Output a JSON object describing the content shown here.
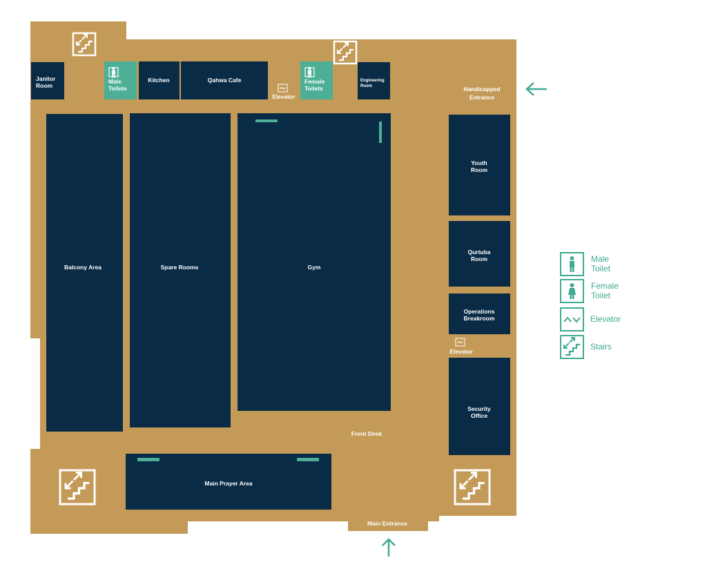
{
  "colors": {
    "floor": "#c49a58",
    "room": "#0a2b45",
    "toilet": "#4caf96",
    "accent": "#3fa991",
    "white": "#ffffff"
  },
  "rooms": {
    "janitor": [
      "Janitor",
      "Room"
    ],
    "male_toilets": [
      "Male",
      "Toilets"
    ],
    "kitchen": "Kitchen",
    "qahwa_cafe": "Qahwa Cafe",
    "female_toilets": [
      "Female",
      "Toilets"
    ],
    "engineering": [
      "Engineering",
      "Room"
    ],
    "balcony": "Balcony Area",
    "spare_rooms": "Spare Rooms",
    "gym": "Gym",
    "youth": [
      "Youth",
      "Room"
    ],
    "qurtuba": [
      "Qurtuba",
      "Room"
    ],
    "operations": [
      "Operations",
      "Breakroom"
    ],
    "security": [
      "Security",
      "Office"
    ],
    "main_prayer": "Main Prayer Area"
  },
  "floor_labels": {
    "elevator_top": "Elevator",
    "elevator_right": "Elevator",
    "handicapped": [
      "Handicapped",
      "Entrance"
    ],
    "front_desk": "Front Desk",
    "main_entrance": "Main Entrance"
  },
  "icons": {
    "stairs": "stairs-icon",
    "elevator": "elevator-icon",
    "male": "male-person-icon",
    "female": "female-person-icon",
    "arrow": "arrow-icon"
  },
  "legend": {
    "male": [
      "Male",
      "Toilet"
    ],
    "female": [
      "Female",
      "Toilet"
    ],
    "elevator": "Elevator",
    "stairs": "Stairs"
  }
}
